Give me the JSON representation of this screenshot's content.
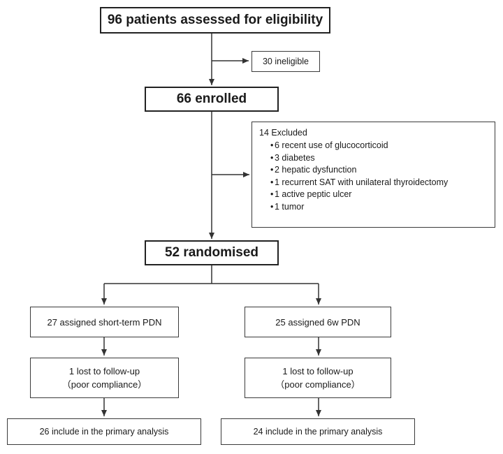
{
  "assessed": "96 patients assessed for eligibility",
  "ineligible": "30 ineligible",
  "enrolled": "66 enrolled",
  "excluded": {
    "heading": "14 Excluded",
    "items": [
      "6 recent use of glucocorticoid",
      "3 diabetes",
      "2 hepatic dysfunction",
      "1 recurrent SAT with unilateral thyroidectomy",
      "1 active peptic ulcer",
      "1 tumor"
    ]
  },
  "randomised": "52 randomised",
  "arms": {
    "left": {
      "assigned": "27 assigned short-term PDN",
      "lost_line1": "1 lost to follow-up",
      "lost_line2": "（poor compliance）",
      "analysis": "26 include in the primary analysis"
    },
    "right": {
      "assigned": "25 assigned 6w PDN",
      "lost_line1": "1 lost to follow-up",
      "lost_line2": "（poor compliance）",
      "analysis": "24 include in the primary analysis"
    }
  }
}
